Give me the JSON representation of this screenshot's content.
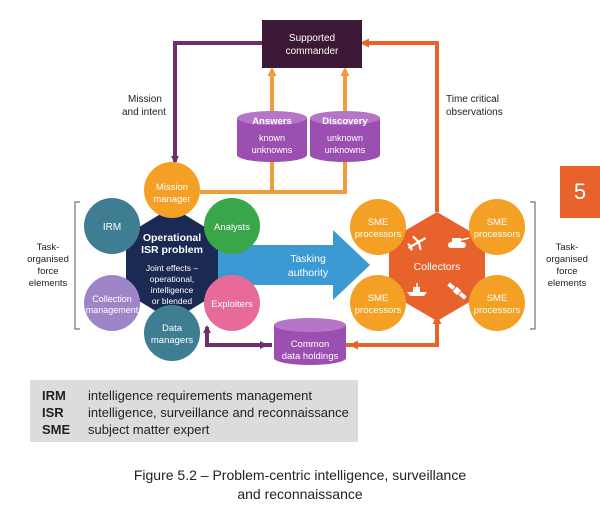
{
  "commander": {
    "line1": "Supported",
    "line2": "commander"
  },
  "mission_intent": {
    "line1": "Mission",
    "line2": "and intent"
  },
  "time_critical": {
    "line1": "Time critical",
    "line2": "observations"
  },
  "answers": {
    "title": "Answers",
    "line1": "known",
    "line2": "unknowns"
  },
  "discovery": {
    "title": "Discovery",
    "line1": "unknown",
    "line2": "unknowns"
  },
  "task_left": {
    "line1": "Task-",
    "line2": "organised",
    "line3": "force",
    "line4": "elements"
  },
  "task_right": {
    "line1": "Task-",
    "line2": "organised",
    "line3": "force",
    "line4": "elements"
  },
  "hub": {
    "title1": "Operational",
    "title2": "ISR problem",
    "sub1": "Joint effects –",
    "sub2": "operational,",
    "sub3": "intelligence",
    "sub4": "or blended"
  },
  "mission_manager": {
    "line1": "Mission",
    "line2": "manager"
  },
  "irm": {
    "label": "IRM"
  },
  "analysts": {
    "label": "Analysts"
  },
  "collection_mgmt": {
    "line1": "Collection",
    "line2": "management"
  },
  "exploiters": {
    "label": "Exploiters"
  },
  "data_managers": {
    "line1": "Data",
    "line2": "managers"
  },
  "tasking": {
    "line1": "Tasking",
    "line2": "authority"
  },
  "collectors": {
    "label": "Collectors"
  },
  "sme": {
    "line1": "SME",
    "line2": "processors"
  },
  "common_data": {
    "line1": "Common",
    "line2": "data holdings"
  },
  "legend": [
    {
      "abbr": "IRM",
      "text": "intelligence requirements management"
    },
    {
      "abbr": "ISR",
      "text": "intelligence, surveillance and reconnaissance"
    },
    {
      "abbr": "SME",
      "text": "subject matter expert"
    }
  ],
  "caption": {
    "line1": "Figure 5.2 – Problem-centric intelligence, surveillance",
    "line2": "and reconnaissance"
  },
  "chapter": "5",
  "colors": {
    "commander": "#3d1736",
    "purple_arrow": "#6e2f6f",
    "orange_arrow": "#e8622c",
    "orange_circle": "#f4a025",
    "blue_circle": "#3f7d93",
    "green_circle": "#3aa64a",
    "violet_circle": "#9f85c8",
    "pink_circle": "#e86a98",
    "hub": "#1a2a52",
    "tasking_arrow": "#3b9ad1",
    "collectors": "#e8622c",
    "db": "#9b4fb0"
  },
  "icons": [
    "aircraft-icon",
    "tank-icon",
    "ship-icon",
    "satellite-icon"
  ]
}
